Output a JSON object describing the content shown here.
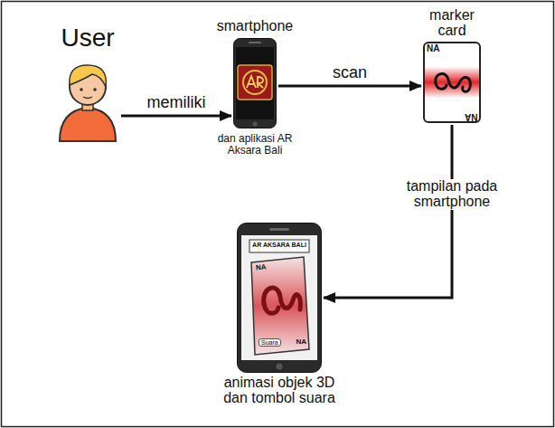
{
  "diagram": {
    "nodes": [
      {
        "text": [
          "User"
        ]
      },
      {
        "text": [
          "smartphone",
          "dan aplikasi AR Aksara Bali"
        ]
      },
      {
        "text": [
          "marker card",
          "NA",
          "NA"
        ]
      },
      {
        "text": [
          "AR AKSARA BALI",
          "NA",
          "Suara",
          "NA",
          "animasi objek 3D dan tombol suara"
        ]
      }
    ],
    "edges": [
      {
        "from": 0,
        "to": 1,
        "label": "memiliki",
        "arrow": "to"
      },
      {
        "from": 1,
        "to": 2,
        "label": "scan",
        "arrow": "to"
      },
      {
        "from": 2,
        "to": 3,
        "label": "tampilan pada smartphone",
        "arrow": "to"
      }
    ]
  }
}
